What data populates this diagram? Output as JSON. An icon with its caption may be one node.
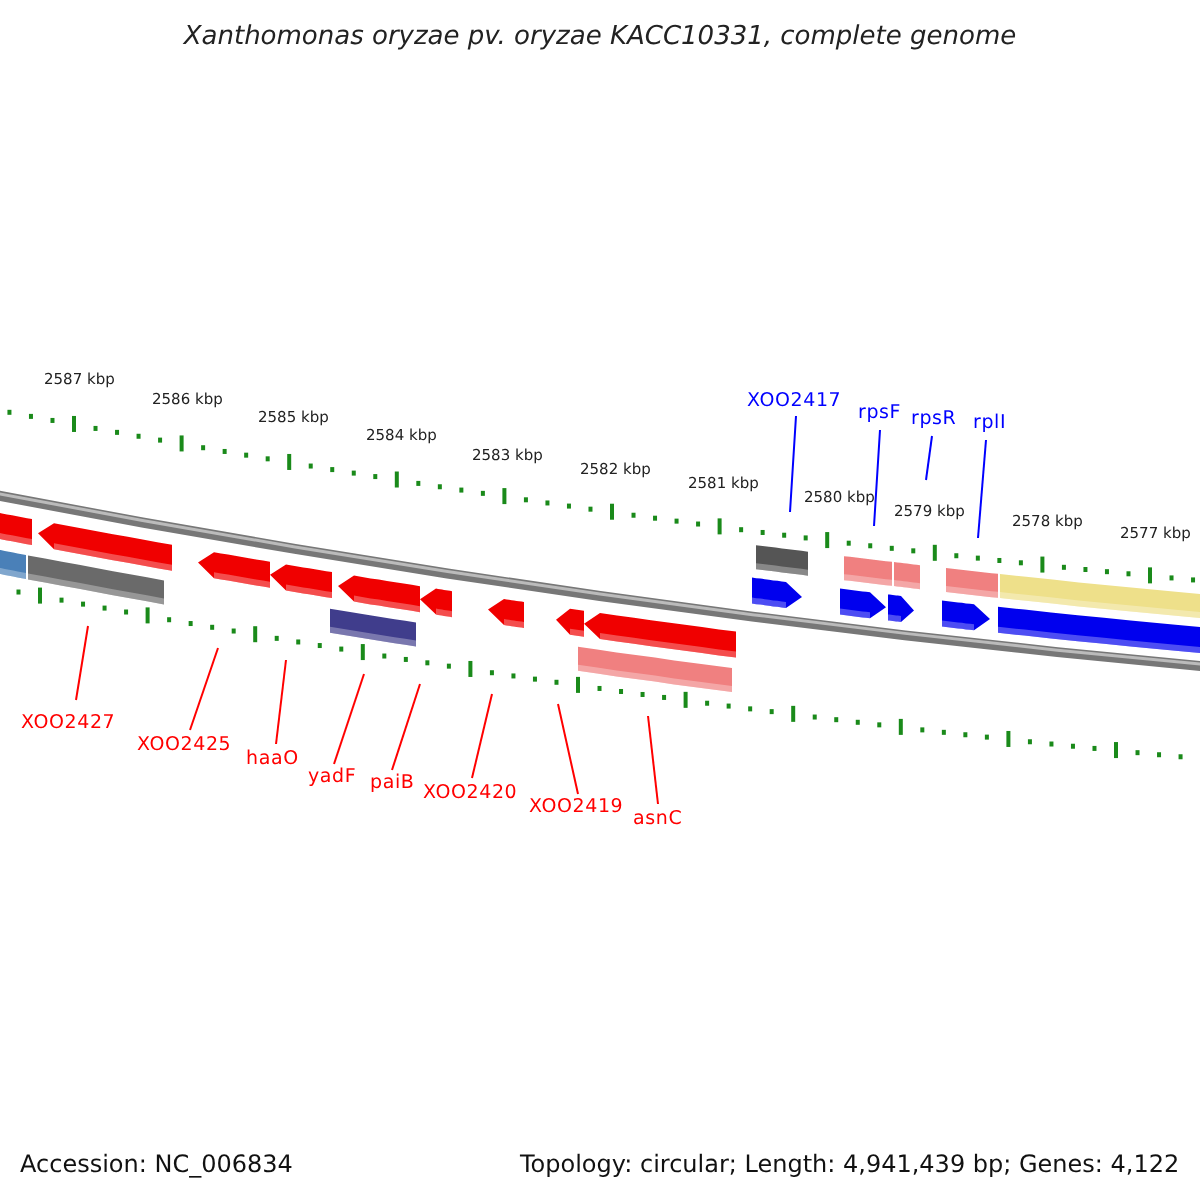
{
  "diagram": {
    "title": "Xanthomonas oryzae pv. oryzae KACC10331, complete genome",
    "nodes": [
      {
        "text": [
          "XOO2427"
        ]
      },
      {
        "text": [
          "XOO2425"
        ]
      },
      {
        "text": [
          "haaO"
        ]
      },
      {
        "text": [
          "yadF"
        ]
      },
      {
        "text": [
          "paiB"
        ]
      },
      {
        "text": [
          "XOO2420"
        ]
      },
      {
        "text": [
          "XOO2419"
        ]
      },
      {
        "text": [
          "asnC"
        ]
      },
      {
        "text": [
          "XOO2417"
        ]
      },
      {
        "text": [
          "rpsF"
        ]
      },
      {
        "text": [
          "rpsR"
        ]
      },
      {
        "text": [
          "rplI"
        ]
      }
    ],
    "edges": [
      {
        "from": 0,
        "to": null,
        "arrow": "none"
      },
      {
        "from": 1,
        "to": null,
        "arrow": "none"
      },
      {
        "from": 2,
        "to": null,
        "arrow": "none"
      },
      {
        "from": 3,
        "to": null,
        "arrow": "none"
      },
      {
        "from": 4,
        "to": null,
        "arrow": "none"
      },
      {
        "from": 5,
        "to": null,
        "arrow": "none"
      },
      {
        "from": 6,
        "to": null,
        "arrow": "none"
      },
      {
        "from": 7,
        "to": null,
        "arrow": "none"
      },
      {
        "from": 8,
        "to": null,
        "arrow": "none",
        "color": "#0000ff"
      },
      {
        "from": 9,
        "to": null,
        "arrow": "none",
        "color": "#0000ff"
      },
      {
        "from": 10,
        "to": null,
        "arrow": "none",
        "color": "#0000ff"
      },
      {
        "from": 11,
        "to": null,
        "arrow": "none",
        "color": "#0000ff"
      }
    ],
    "labels": [
      "2587 kbp",
      "2586 kbp",
      "2585 kbp",
      "2584 kbp",
      "2583 kbp",
      "2582 kbp",
      "2581 kbp",
      "2580 kbp",
      "2579 kbp",
      "2578 kbp",
      "2577 kbp",
      "Accession: NC_006834",
      "Topology: circular; Length: 4,941,439 bp; Genes: 4,122"
    ]
  }
}
